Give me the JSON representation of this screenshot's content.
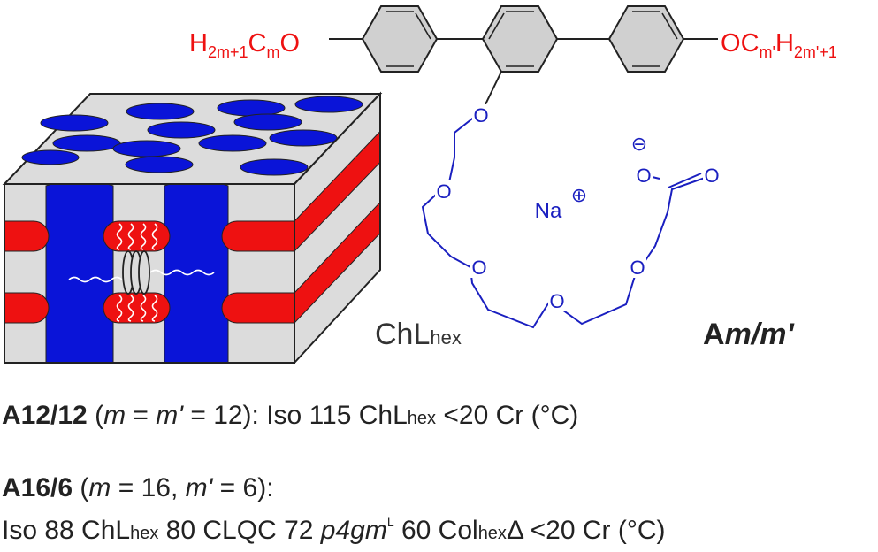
{
  "colors": {
    "red": "#ee1111",
    "blue": "#0a14d8",
    "grey_face": "#dcdcdc",
    "grey_ring": "#d0d0d0",
    "text": "#222222"
  },
  "molecule": {
    "left_chain": {
      "H": "H",
      "left_sub": "2m+1",
      "C": "C",
      "right_sub": "m",
      "O": "O"
    },
    "right_chain": {
      "O": "O",
      "C": "C",
      "m_sub": "m'",
      "H": "H",
      "h_sub": "2m'+1"
    },
    "ether_oxygens": [
      "O",
      "O",
      "O",
      "O",
      "O"
    ],
    "carboxylate_o1": "O",
    "carboxylate_o2": "O",
    "charge_minus": "⊖",
    "cation": "Na",
    "charge_plus": "⊕"
  },
  "labels": {
    "phase_main": "ChL",
    "phase_sub": "hex",
    "compound_prefix": "A",
    "compound_suffix": "m/m'"
  },
  "phase_sequences": {
    "line1": {
      "name": "A12/12",
      "cond_open": " (",
      "cond_var": "m",
      "cond_eq": " = ",
      "cond_var2": "m'",
      "cond_rest": " = 12): Iso 115 ChL",
      "sub": "hex",
      "tail": " <20 Cr (°C)"
    },
    "line2": {
      "name": "A16/6",
      "cond_open": " (",
      "cond_var": "m",
      "cond_mid": " = 16, ",
      "cond_var2": "m'",
      "cond_rest": " = 6):"
    },
    "line3": {
      "p1": "Iso 88 ChL",
      "sub1": "hex",
      "p2": " 80 CLQC 72 ",
      "ital": "p4gm",
      "sup": "L",
      "p3": " 60 Col",
      "sub2": "hex",
      "sym": "Δ",
      "p4": " <20 Cr (°C)"
    }
  }
}
